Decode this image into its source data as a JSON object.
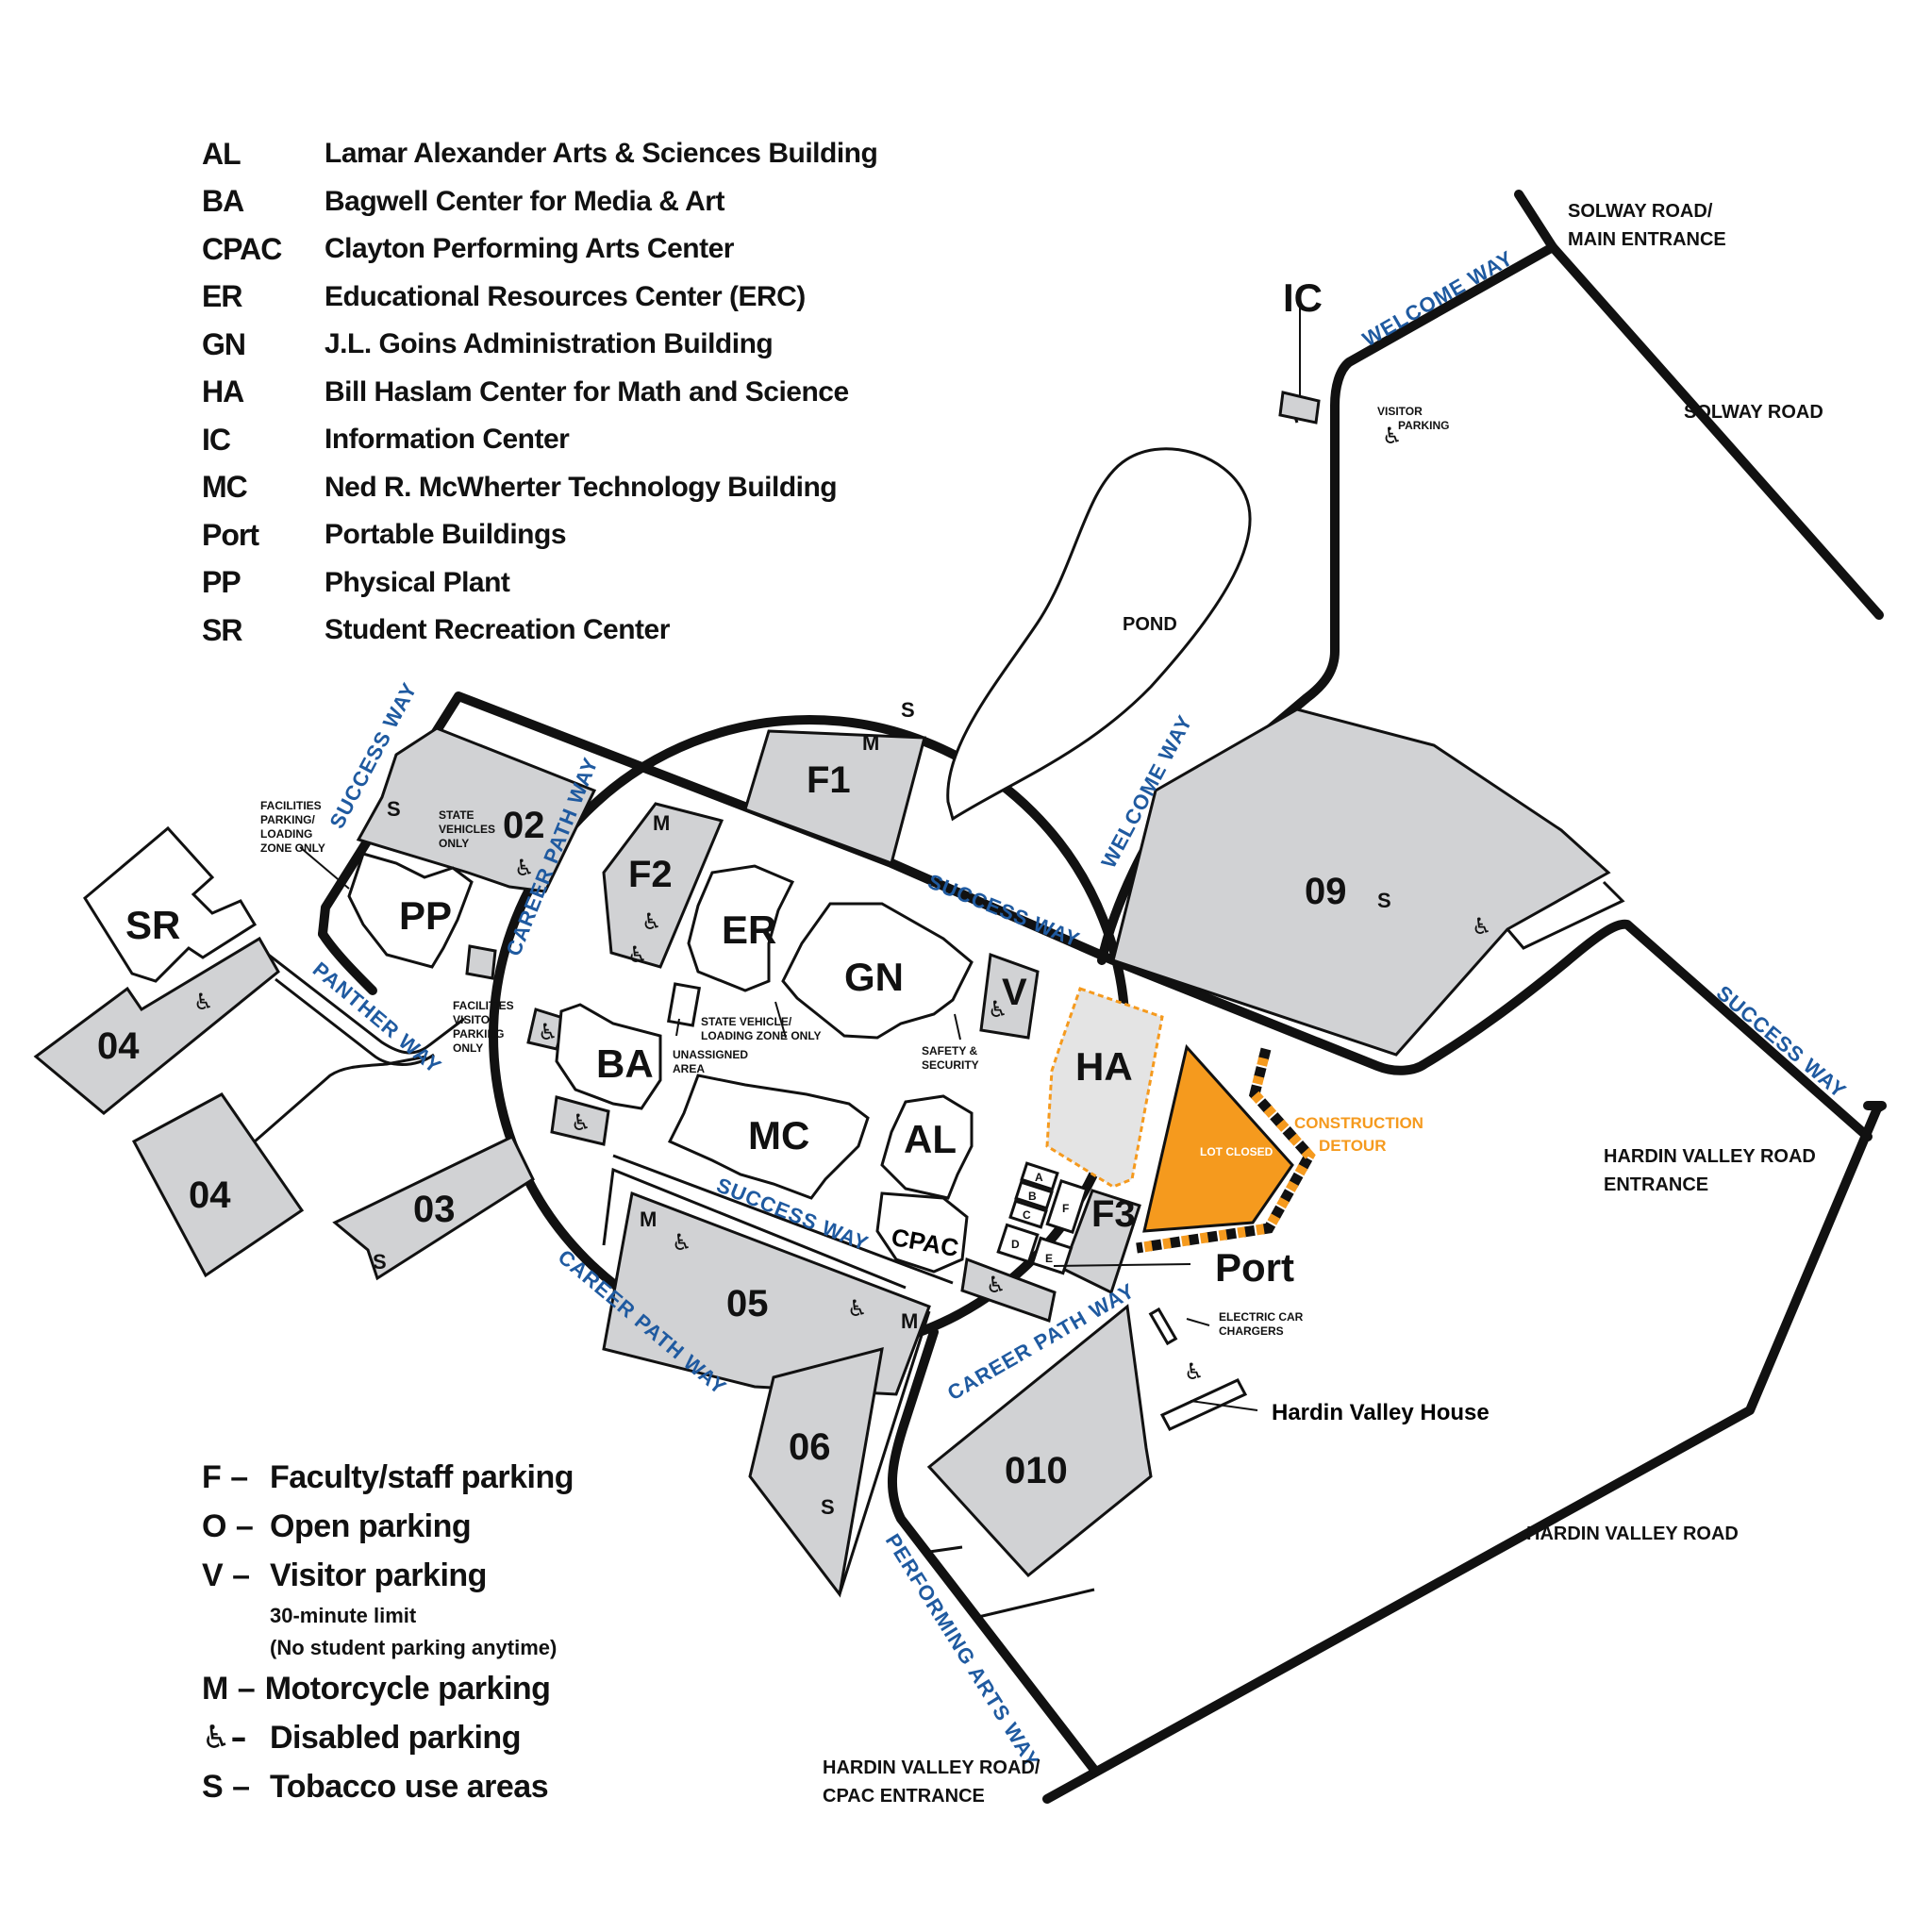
{
  "building_legend": [
    {
      "code": "AL",
      "name": "Lamar Alexander Arts & Sciences Building"
    },
    {
      "code": "BA",
      "name": "Bagwell Center for Media & Art"
    },
    {
      "code": "CPAC",
      "name": "Clayton Performing Arts Center"
    },
    {
      "code": "ER",
      "name": "Educational Resources Center (ERC)"
    },
    {
      "code": "GN",
      "name": "J.L. Goins Administration Building"
    },
    {
      "code": "HA",
      "name": "Bill Haslam Center for Math and Science"
    },
    {
      "code": "IC",
      "name": "Information Center"
    },
    {
      "code": "MC",
      "name": "Ned R. McWherter Technology Building"
    },
    {
      "code": "Port",
      "name": "Portable Buildings"
    },
    {
      "code": "PP",
      "name": "Physical Plant"
    },
    {
      "code": "SR",
      "name": "Student Recreation Center"
    }
  ],
  "parking_legend": {
    "faculty": {
      "key": "F –",
      "text": "Faculty/staff parking"
    },
    "open": {
      "key": "O –",
      "text": "Open parking"
    },
    "visitor": {
      "key": "V –",
      "text": "Visitor parking",
      "sub1": "30-minute limit",
      "sub2": "(No student parking anytime)"
    },
    "motorcycle": {
      "key": "M –",
      "text": "Motorcycle parking"
    },
    "disabled": {
      "key": "♿–",
      "text": "Disabled parking"
    },
    "tobacco": {
      "key": "S –",
      "text": "Tobacco use areas"
    }
  },
  "lots": {
    "o2": "02",
    "o3": "03",
    "o4a": "04",
    "o4b": "04",
    "o5": "05",
    "o6": "06",
    "o9": "09",
    "o10": "010",
    "f1": "F1",
    "f2": "F2",
    "f3": "F3",
    "v": "V"
  },
  "buildings": {
    "sr": "SR",
    "pp": "PP",
    "er": "ER",
    "gn": "GN",
    "ba": "BA",
    "mc": "MC",
    "al": "AL",
    "cpac": "CPAC",
    "ha": "HA",
    "ic": "IC",
    "port": "Port"
  },
  "portables": [
    "A",
    "B",
    "C",
    "D",
    "E",
    "F"
  ],
  "roads": {
    "success_way": "SUCCESS WAY",
    "career_path_way": "CAREER PATH WAY",
    "welcome_way": "WELCOME WAY",
    "panther_way": "PANTHER WAY",
    "performing_arts_way": "PERFORMING ARTS WAY"
  },
  "places": {
    "pond": "POND",
    "solway_main_1": "SOLWAY ROAD/",
    "solway_main_2": "MAIN ENTRANCE",
    "solway_road": "SOLWAY ROAD",
    "hardin_entrance_1": "HARDIN VALLEY ROAD",
    "hardin_entrance_2": "ENTRANCE",
    "hardin_road": "HARDIN VALLEY ROAD",
    "hardin_cpac_1": "HARDIN VALLEY ROAD/",
    "hardin_cpac_2": "CPAC ENTRANCE",
    "hardin_house": "Hardin Valley House"
  },
  "notes": {
    "facilities_loading": [
      "FACILITIES",
      "PARKING/",
      "LOADING",
      "ZONE ONLY"
    ],
    "state_vehicles": [
      "STATE",
      "VEHICLES",
      "ONLY"
    ],
    "facilities_visitor": [
      "FACILITIES",
      "VISITOR",
      "PARKING",
      "ONLY"
    ],
    "unassigned": [
      "UNASSIGNED",
      "AREA"
    ],
    "state_loading": [
      "STATE VEHICLE/",
      "LOADING ZONE ONLY"
    ],
    "safety": [
      "SAFETY &",
      "SECURITY"
    ],
    "visitor_parking": [
      "VISITOR",
      "PARKING"
    ],
    "electric": [
      "ELECTRIC CAR",
      "CHARGERS"
    ],
    "construction": [
      "CONSTRUCTION",
      "DETOUR"
    ],
    "lot_closed": "LOT CLOSED"
  },
  "markers": {
    "motorcycle": "M",
    "tobacco": "S",
    "disabled": "♿"
  },
  "colors": {
    "lot_fill": "#d1d2d4",
    "road_label": "#1f5aa0",
    "construction": "#f59a1e",
    "outline": "#111111"
  }
}
